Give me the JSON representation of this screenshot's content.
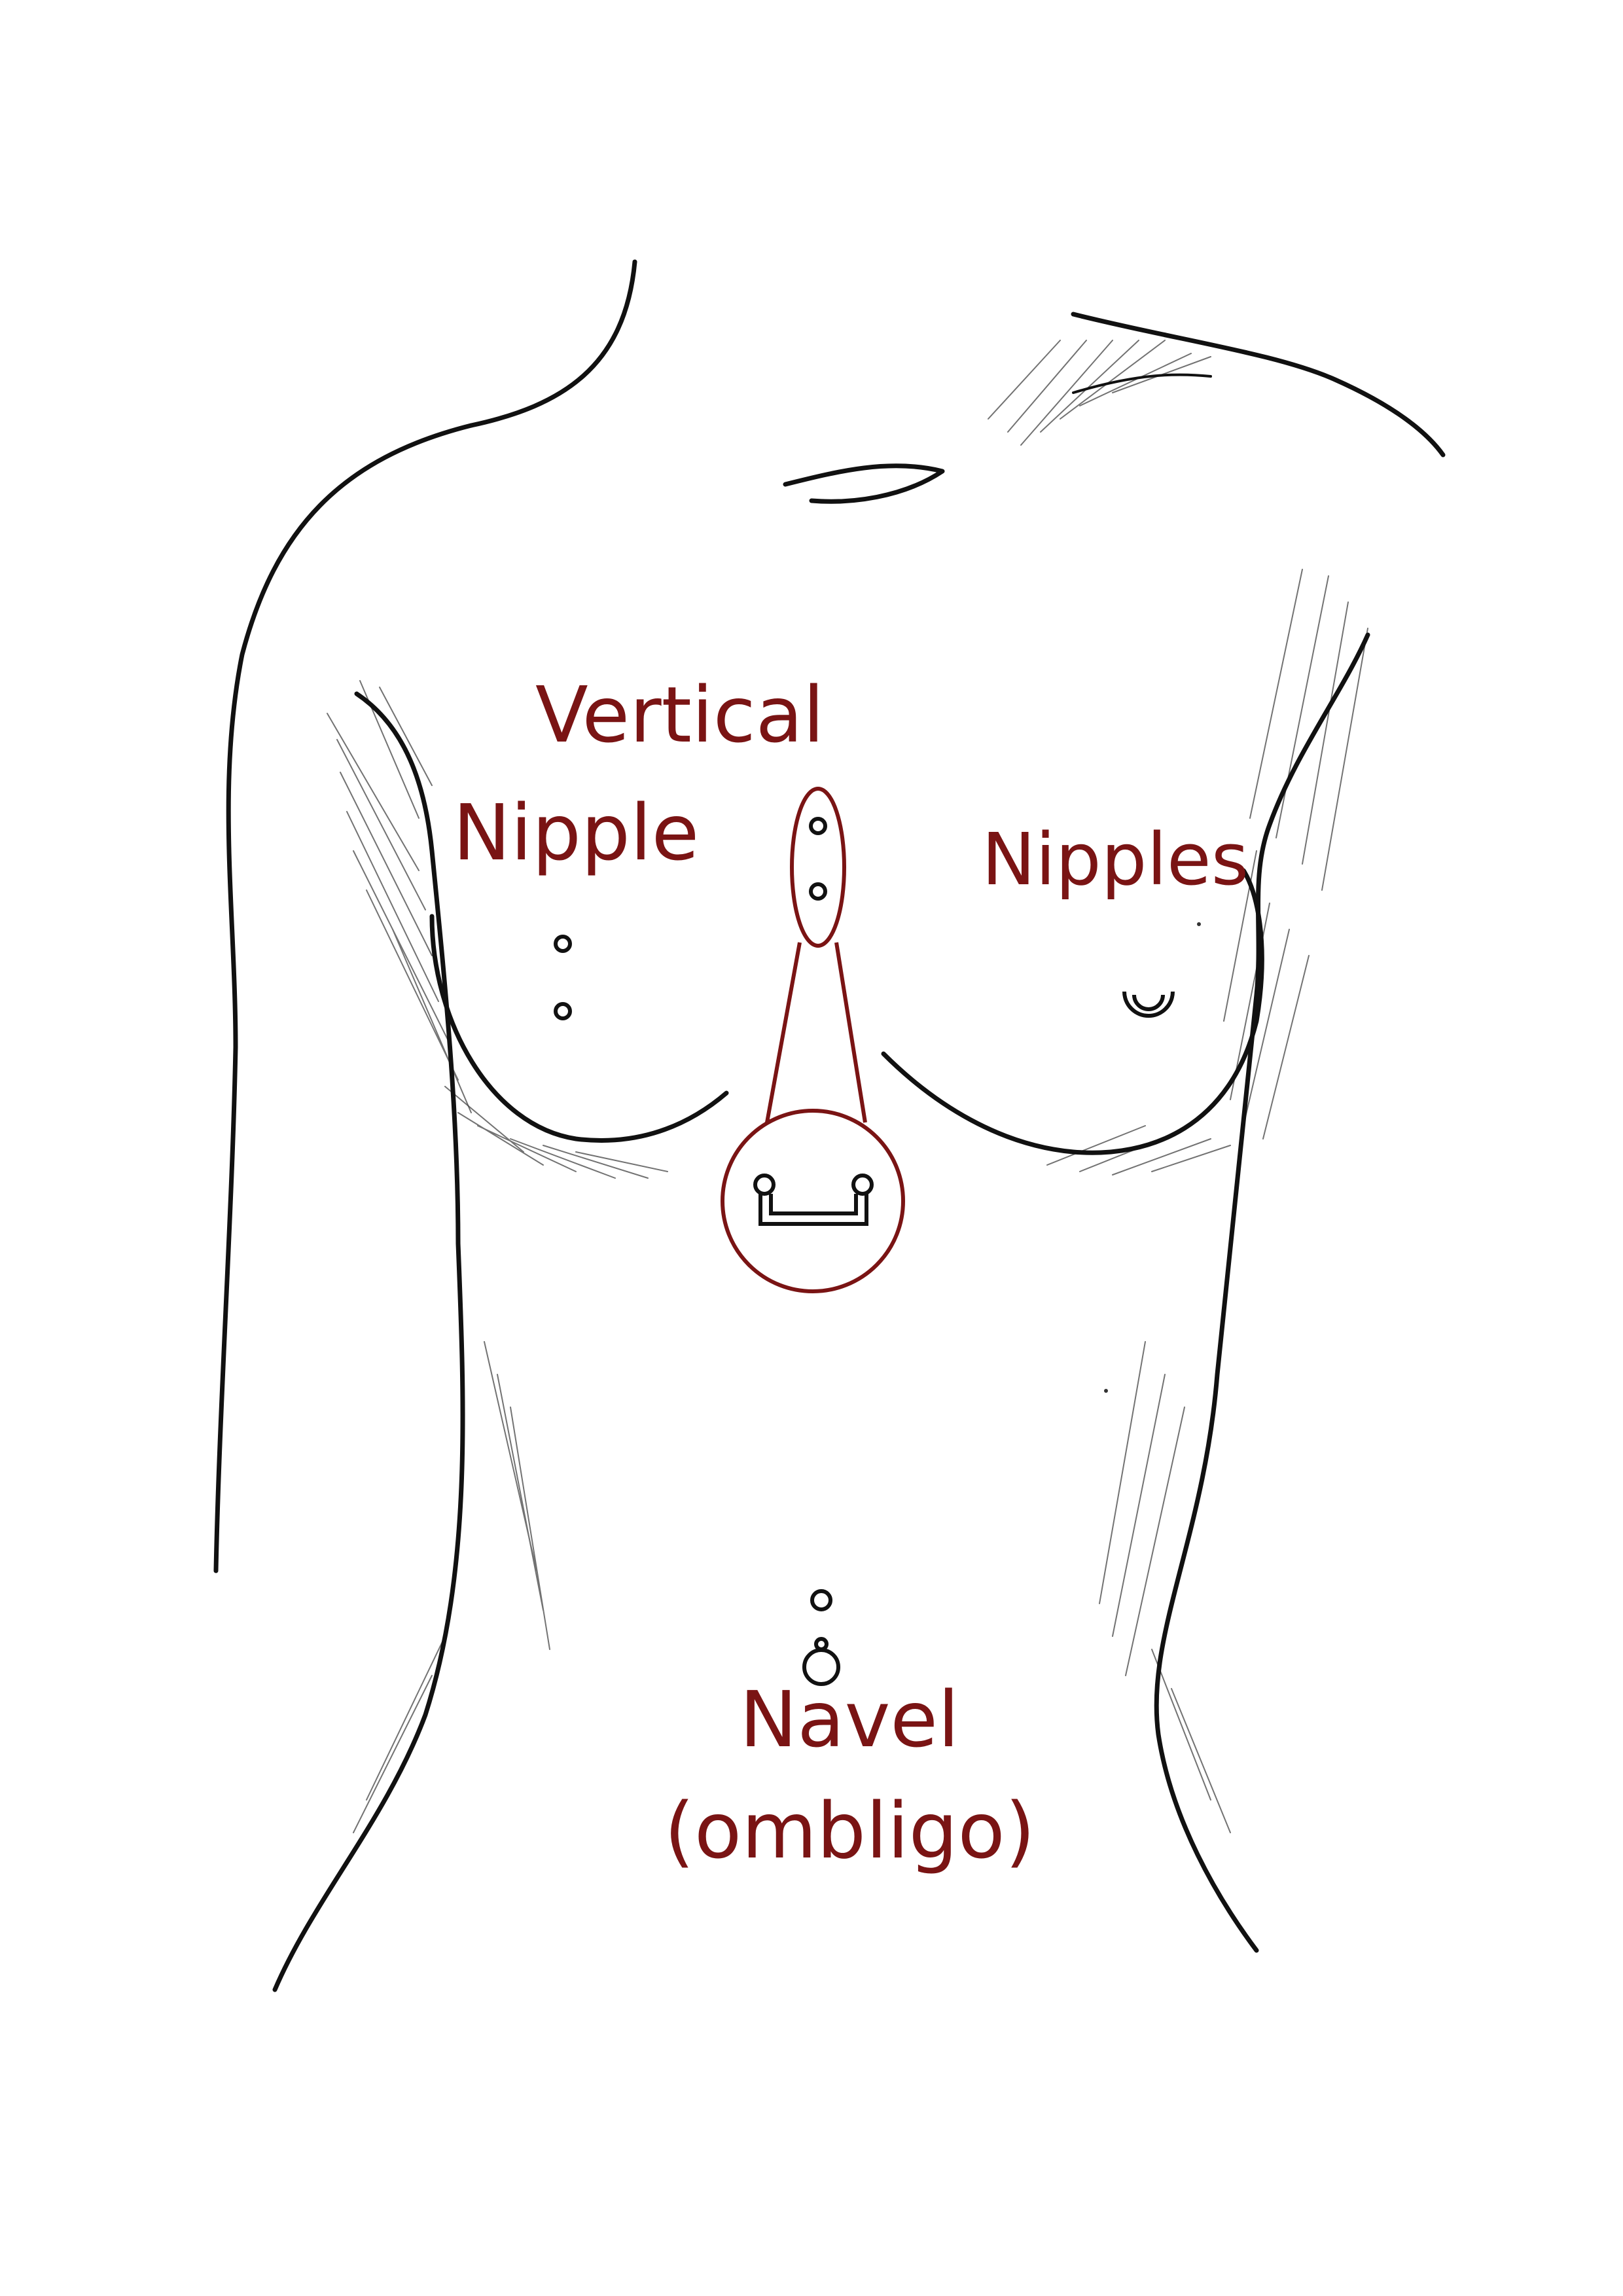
{
  "colors": {
    "accent": "#7a1414",
    "ink": "#111111",
    "background": "#ffffff"
  },
  "labels": {
    "vertical": "Vertical",
    "nipple": "Nipple",
    "nipples": "Nipples",
    "navel": "Navel",
    "ombligo": "(ombligo)"
  }
}
